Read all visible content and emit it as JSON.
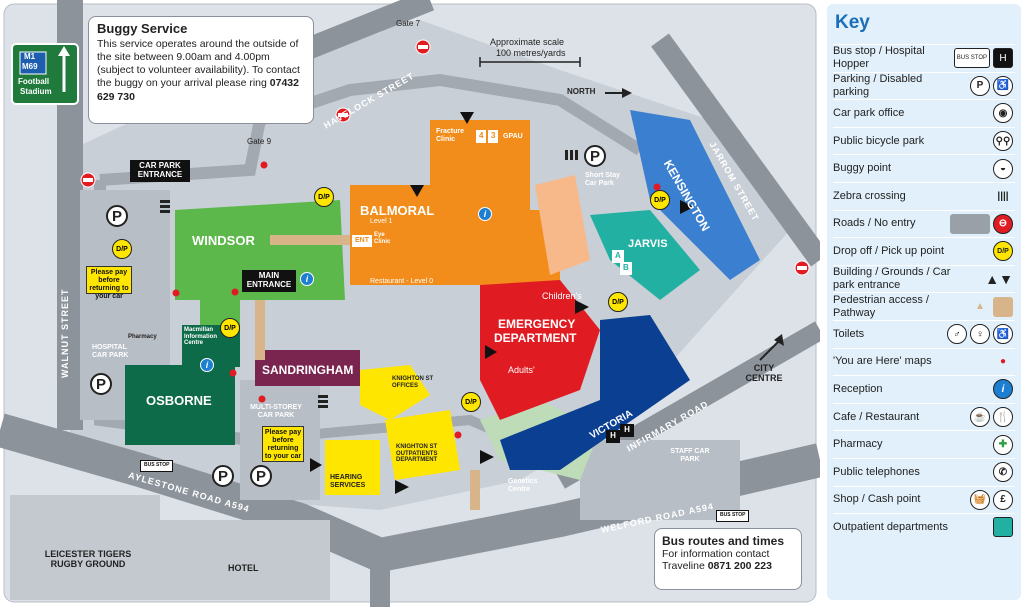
{
  "buggy": {
    "title": "Buggy Service",
    "text": "This service operates around the outside of the site between 9.00am and 4.00pm (subject to volunteer availability). To contact the buggy on your arrival please ring",
    "phone": "07432 629 730"
  },
  "sign": {
    "road1": "M1",
    "road2": "M69",
    "dest1": "Football",
    "dest2": "Stadium"
  },
  "scale": {
    "line1": "Approximate scale",
    "line2": "100 metres/yards"
  },
  "north": "NORTH",
  "gates": {
    "gate7": "Gate 7",
    "gate9": "Gate 9"
  },
  "roads": {
    "havelock": "HAVELOCK STREET",
    "walnut": "WALNUT STREET",
    "aylestone": "AYLESTONE ROAD A594",
    "welford": "WELFORD ROAD A594",
    "infirmary": "INFIRMARY ROAD",
    "jarrom": "JARROM STREET"
  },
  "buildings": {
    "windsor": "WINDSOR",
    "balmoral": "BALMORAL",
    "balmoral_level": "Level 1",
    "restaurant": "Restaurant - Level 0",
    "fracture": "Fracture Clinic",
    "gpau": "GPAU",
    "ward4": "4",
    "ward3": "3",
    "ent": "ENT",
    "eye": "Eye Clinic",
    "kensington": "KENSINGTON",
    "jarvis": "JARVIS",
    "jarvis_a": "A",
    "jarvis_b": "B",
    "emergency1": "EMERGENCY",
    "emergency2": "DEPARTMENT",
    "childrens": "Children's",
    "adults": "Adults'",
    "victoria": "VICTORIA",
    "genetics": "Genetics Centre",
    "sandringham": "SANDRINGHAM",
    "osborne": "OSBORNE",
    "macmillan": "Macmillan Information Centre",
    "pharmacy": "Pharmacy",
    "knighton_offices": "KNIGHTON ST OFFICES",
    "knighton_outpatients": "KNIGHTON ST OUTPATIENTS DEPARTMENT",
    "hearing": "HEARING SERVICES",
    "multistorey": "MULTI-STOREY CAR PARK",
    "hospital_car_park": "HOSPITAL CAR PARK",
    "short_stay": "Short Stay Car Park",
    "staff_car_park": "STAFF CAR PARK",
    "tigers": "LEICESTER TIGERS RUGBY GROUND",
    "hotel": "HOTEL",
    "city_centre": "CITY CENTRE"
  },
  "signs": {
    "car_park_entrance": "CAR PARK ENTRANCE",
    "main_entrance": "MAIN ENTRANCE",
    "pay_note1": "Please pay before returning to your car",
    "pay_note2": "Please pay before returning to your car",
    "dp": "D/P",
    "p": "P",
    "h": "H",
    "bus_stop": "BUS STOP"
  },
  "bus": {
    "title": "Bus routes and times",
    "line1": "For information contact",
    "line2_prefix": "Traveline",
    "phone": "0871 200 223"
  },
  "key": {
    "title": "Key",
    "items": [
      {
        "label": "Bus stop / Hospital Hopper",
        "sym": [
          "BUS STOP",
          "H"
        ]
      },
      {
        "label": "Parking / Disabled parking",
        "sym": [
          "P",
          "♿"
        ]
      },
      {
        "label": "Car park office",
        "sym": [
          "◉"
        ]
      },
      {
        "label": "Public bicycle park",
        "sym": [
          "⚲⚲"
        ]
      },
      {
        "label": "Buggy point",
        "sym": [
          "◒"
        ]
      },
      {
        "label": "Zebra crossing",
        "sym": [
          "||||"
        ]
      },
      {
        "label": "Roads / No entry",
        "sym": [
          "▬",
          "⊖"
        ]
      },
      {
        "label": "Drop off / Pick up point",
        "sym": [
          "D/P"
        ]
      },
      {
        "label": "Building / Grounds / Car park entrance",
        "sym": [
          "▲▼"
        ]
      },
      {
        "label": "Pedestrian access / Pathway",
        "sym": [
          "▲",
          "▬"
        ]
      },
      {
        "label": "Toilets",
        "sym": [
          "♂",
          "♀",
          "♿"
        ]
      },
      {
        "label": "'You are Here' maps",
        "sym": [
          "●"
        ]
      },
      {
        "label": "Reception",
        "sym": [
          "i"
        ]
      },
      {
        "label": "Cafe / Restaurant",
        "sym": [
          "☕",
          "🍴"
        ]
      },
      {
        "label": "Pharmacy",
        "sym": [
          "✚"
        ]
      },
      {
        "label": "Public telephones",
        "sym": [
          "✆"
        ]
      },
      {
        "label": "Shop / Cash point",
        "sym": [
          "🧺",
          "£"
        ]
      },
      {
        "label": "Outpatient departments",
        "sym": [
          "■"
        ]
      }
    ]
  },
  "colors": {
    "road": "#9aa0a8",
    "windsor": "#5cb84a",
    "balmoral": "#f28c1a",
    "kensington": "#3b7fd0",
    "jarvis": "#22b0a3",
    "emergency": "#e11b22",
    "victoria": "#0b3f91",
    "sandringham": "#7a2450",
    "osborne": "#0e6b4a",
    "yellow": "#ffe600",
    "key_bg": "#e1f0fa"
  }
}
